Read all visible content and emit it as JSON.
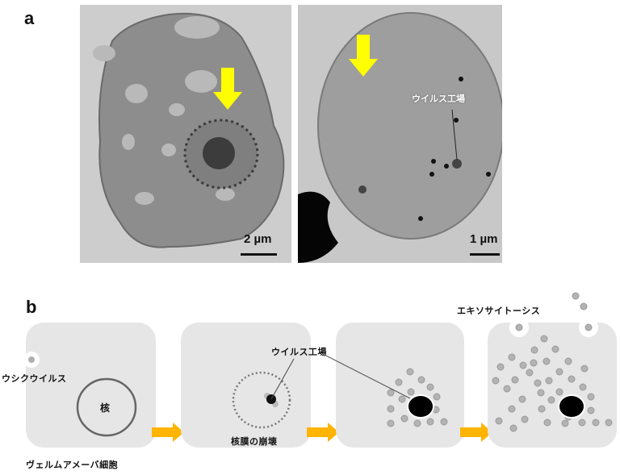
{
  "figure": {
    "panel_a": {
      "label": "a",
      "images": [
        {
          "description": "TEM image of vermamoeba cell with yellow arrow pointing at nucleus",
          "arrow_color": "#ffff00",
          "scale_bar": "2 µm"
        },
        {
          "description": "TEM image of infected cell with yellow arrow and virus factory",
          "arrow_color": "#ffff00",
          "scale_bar": "1 µm",
          "annotation": "ウイルス工場"
        }
      ]
    },
    "panel_b": {
      "label": "b",
      "stages": [
        {
          "virus_label": "ウシクウイルス",
          "nucleus_label": "核",
          "cell_label": "ヴェルムアメーバ細胞"
        },
        {
          "factory_label": "ウイルス工場",
          "membrane_label": "核膜の崩壊"
        },
        {},
        {
          "exocytosis_label": "エキソサイトーシス"
        }
      ],
      "arrow_color": "#ffb400",
      "panel_color": "#e6e6e6"
    }
  }
}
